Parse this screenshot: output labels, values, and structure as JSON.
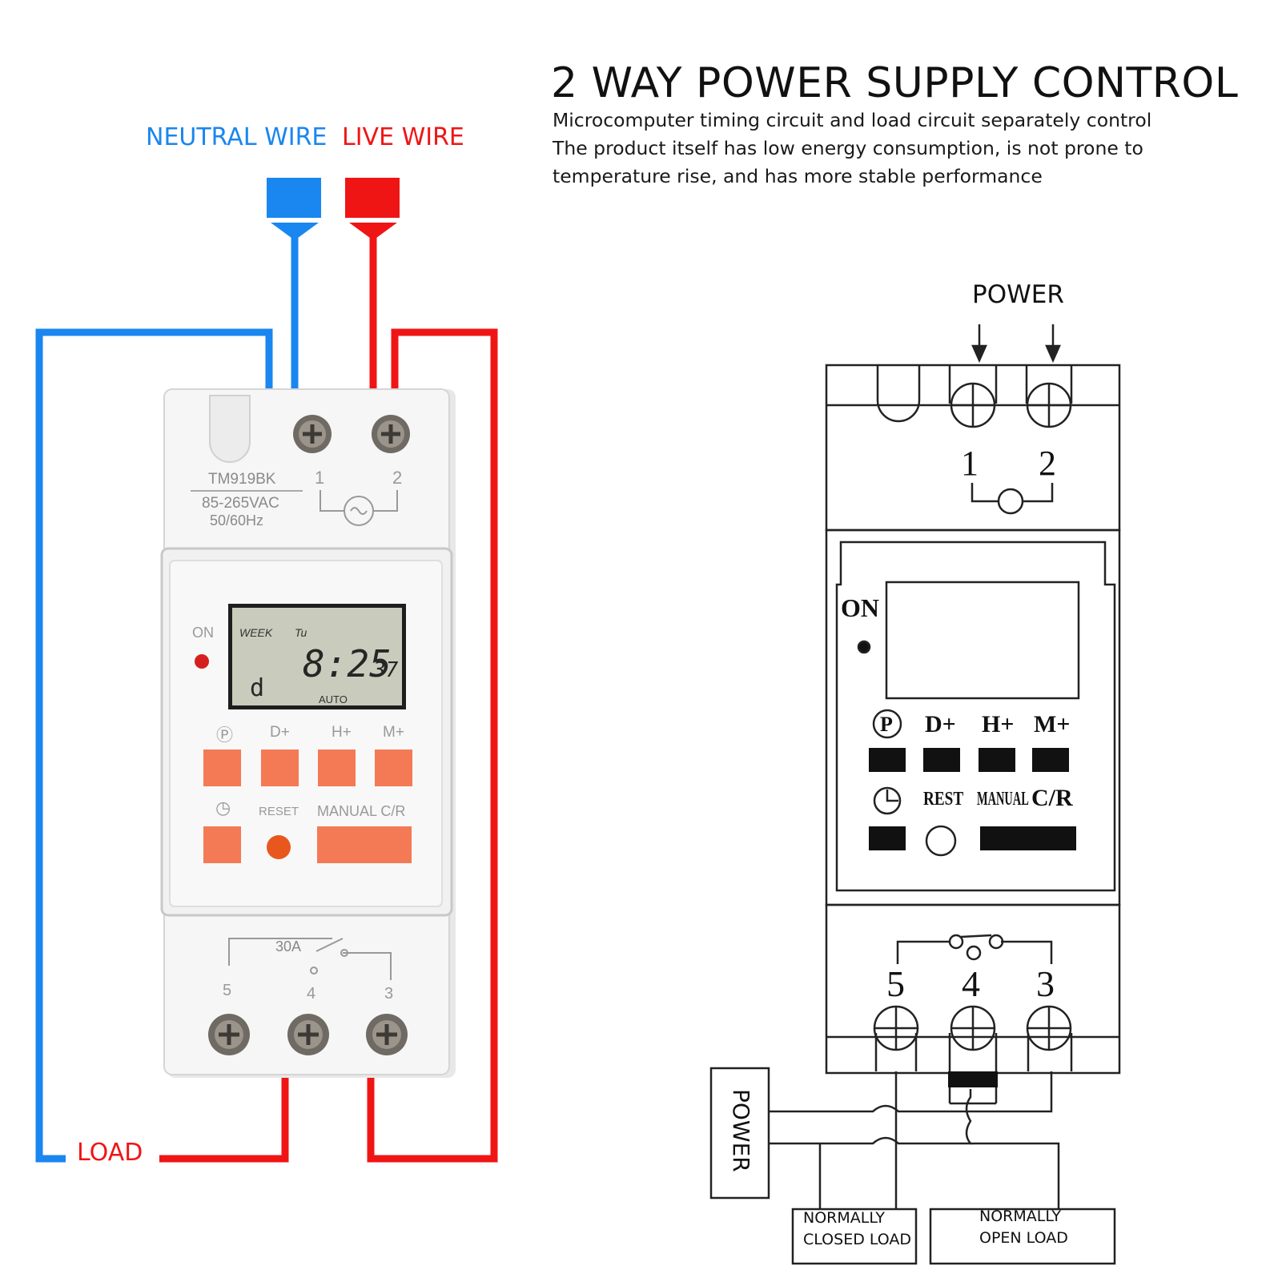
{
  "heading": "2 WAY POWER SUPPLY CONTROL",
  "description": [
    "Microcomputer timing circuit and load circuit separately control",
    "The product itself has low energy consumption, is not prone to",
    "temperature rise, and has more stable performance"
  ],
  "wiring": {
    "neutral_label": "NEUTRAL WIRE",
    "live_label": "LIVE WIRE",
    "load_label": "LOAD",
    "colors": {
      "neutral": "#1a86f0",
      "live": "#f01515",
      "button": "#f47a55"
    }
  },
  "device": {
    "model": "TM919BK",
    "voltage": "85-265VAC",
    "frequency": "50/60Hz",
    "top_terminals": [
      "1",
      "2"
    ],
    "bottom_terminals": [
      "5",
      "4",
      "3"
    ],
    "contact_rating": "30A",
    "on_label": "ON",
    "lcd": {
      "week": "WEEK",
      "day": "Tu",
      "time": "8:25",
      "seconds": "37",
      "program": "d",
      "mode": "AUTO"
    },
    "row1_labels": [
      "Ⓟ",
      "D+",
      "H+",
      "M+"
    ],
    "row2_labels": {
      "clock": "◷",
      "reset": "RESET",
      "manual": "MANUAL C/R"
    }
  },
  "schematic": {
    "power_top": "POWER",
    "top_terminals": [
      "1",
      "2"
    ],
    "on_label": "ON",
    "row1_labels": [
      "P",
      "D+",
      "H+",
      "M+"
    ],
    "row2_labels": {
      "reset": "REST",
      "manual": "MANUAL",
      "cr": "C/R"
    },
    "bottom_terminals": [
      "5",
      "4",
      "3"
    ],
    "power_box": "POWER",
    "nc_load": [
      "NORMALLY",
      "CLOSED LOAD"
    ],
    "no_load": [
      "NORMALLY",
      "OPEN LOAD"
    ]
  }
}
